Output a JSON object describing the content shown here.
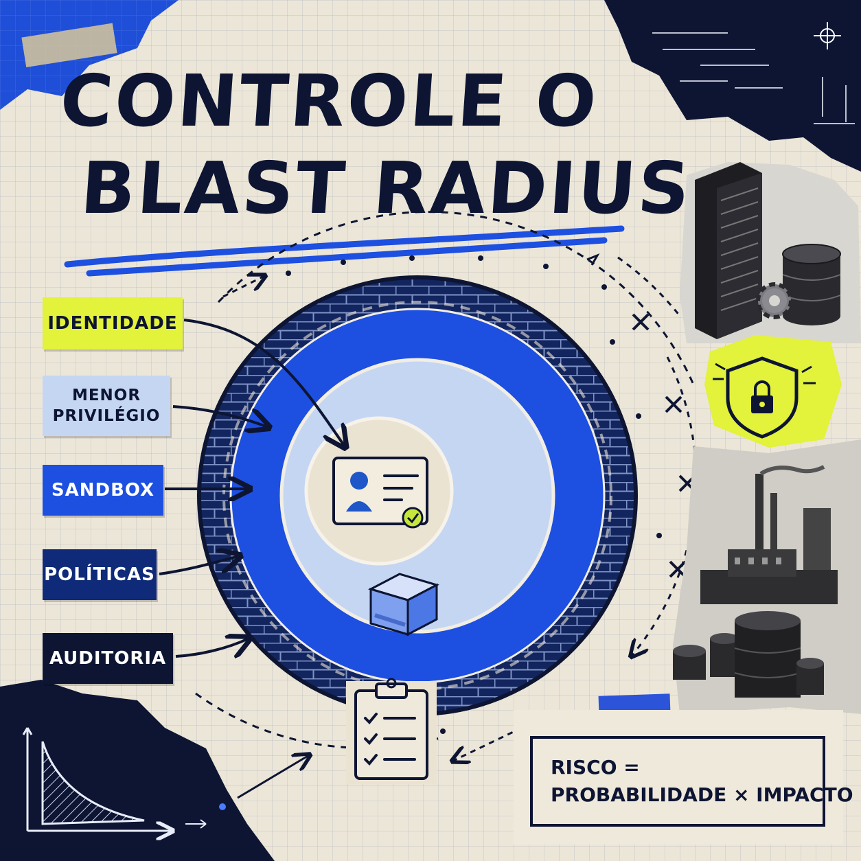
{
  "title": {
    "line1": "CONTROLE O",
    "line2": "BLAST RADIUS"
  },
  "labels": [
    {
      "id": "identidade",
      "lines": [
        "IDENTIDADE"
      ]
    },
    {
      "id": "menor",
      "lines": [
        "MENOR",
        "PRIVILÉGIO"
      ]
    },
    {
      "id": "sandbox",
      "lines": [
        "SANDBOX"
      ]
    },
    {
      "id": "politicas",
      "lines": [
        "POLÍTICAS"
      ]
    },
    {
      "id": "auditoria",
      "lines": [
        "AUDITORIA"
      ]
    }
  ],
  "formula": {
    "line1": "RISCO =",
    "line2": "PROBABILIDADE × IMPACTO"
  },
  "icons": [
    "id-card-icon",
    "check-badge-icon",
    "sandbox-cube-icon",
    "clipboard-checklist-icon",
    "server-rack-icon",
    "database-icon",
    "gear-icon",
    "shield-lock-icon",
    "factory-icon",
    "storage-tanks-icon",
    "crosshair-icon",
    "decay-graph-icon"
  ],
  "colors": {
    "navy": "#0d1533",
    "royal_blue": "#1d4fe0",
    "light_blue": "#c5d6f3",
    "lime": "#e3f23a",
    "paper": "#ece6d8"
  }
}
